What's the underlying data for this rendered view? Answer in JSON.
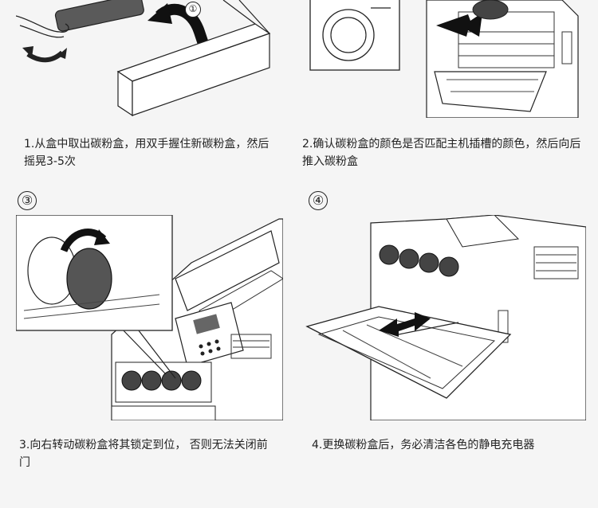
{
  "steps": [
    {
      "marker": "",
      "caption": "1.从盒中取出碳粉盒，用双手握住新碳粉盒，然后摇晃3-5次",
      "inset_marker": "①"
    },
    {
      "marker": "",
      "caption": "2.确认碳粉盒的颜色是否匹配主机插槽的颜色，然后向后推入碳粉盒"
    },
    {
      "marker": "③",
      "caption": "3.向右转动碳粉盒将其锁定到位， 否则无法关闭前门"
    },
    {
      "marker": "④",
      "caption": "4.更换碳粉盒后，务必清洁各色的静电充电器"
    }
  ]
}
